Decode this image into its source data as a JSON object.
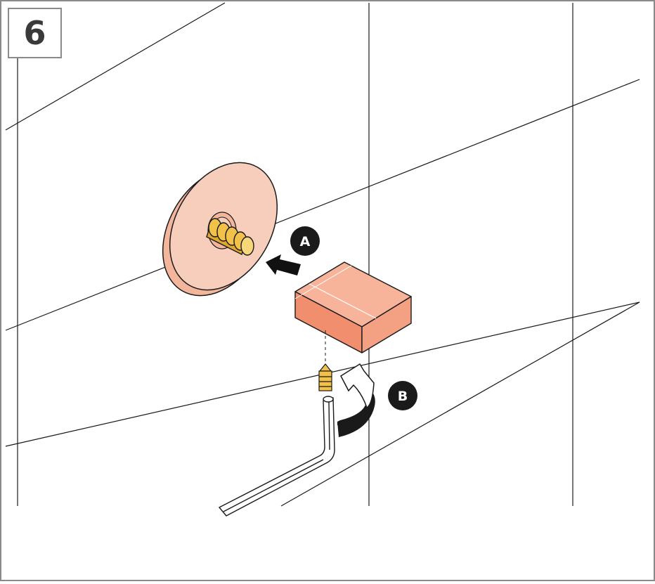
{
  "step": {
    "number": "6"
  },
  "callouts": [
    {
      "id": "A",
      "label": "A"
    },
    {
      "id": "B",
      "label": "B"
    }
  ],
  "colors": {
    "frame": "#8a8a8a",
    "wall_lines": "#1a1a1a",
    "escutcheon": "#f6c8b4",
    "handle_top": "#f7b49a",
    "handle_side": "#f08e6e",
    "brass": "#f2c14a",
    "badge": "#1a1a1a",
    "arrow": "#111111"
  },
  "icons": [
    "push-arrow-icon",
    "rotate-arrow-icon",
    "allen-key-icon",
    "set-screw-icon"
  ]
}
